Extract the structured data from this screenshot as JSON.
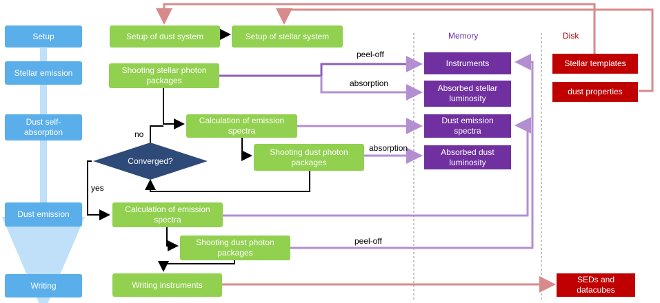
{
  "headers": {
    "memory": "Memory",
    "disk": "Disk"
  },
  "phases": {
    "setup": "Setup",
    "stellar_emission": "Stellar emission",
    "dust_self_absorption": "Dust self-absorption",
    "dust_emission": "Dust emission",
    "writing": "Writing"
  },
  "steps": {
    "setup_dust": "Setup of dust system",
    "setup_stellar": "Setup of stellar system",
    "shoot_stellar": "Shooting stellar photon packages",
    "calc_emission_1": "Calculation of emission spectra",
    "shoot_dust_1": "Shooting dust photon packages",
    "calc_emission_2": "Calculation of emission spectra",
    "shoot_dust_2": "Shooting dust photon packages",
    "writing_instruments": "Writing instruments"
  },
  "decision": {
    "label": "Converged?",
    "no": "no",
    "yes": "yes"
  },
  "memory": {
    "instruments": "Instruments",
    "absorbed_stellar": "Absorbed stellar luminosity",
    "dust_emission_spectra": "Dust emission spectra",
    "absorbed_dust": "Absorbed dust luminosity"
  },
  "disk": {
    "stellar_templates": "Stellar templates",
    "dust_properties": "dust properties",
    "seds": "SEDs and datacubes"
  },
  "edge_labels": {
    "peel_off_1": "peel-off",
    "absorption_1": "absorption",
    "absorption_2": "absorption",
    "peel_off_2": "peel-off"
  },
  "colors": {
    "phase": "#5aaeea",
    "step": "#92d050",
    "memory": "#7030a0",
    "disk": "#c00000",
    "decision": "#2e4a78",
    "line_purple": "#b38fd1",
    "line_red": "#d88a8a"
  }
}
